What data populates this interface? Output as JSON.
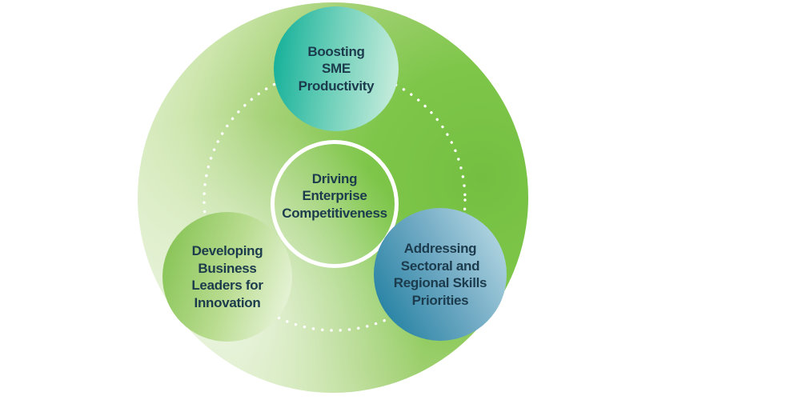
{
  "diagram": {
    "hub": {
      "id": "driving-enterprise-competitiveness",
      "label": "Driving\nEnterprise\nCompetitiveness"
    },
    "nodes": [
      {
        "id": "boosting-sme-productivity",
        "label": "Boosting\nSME\nProductivity"
      },
      {
        "id": "developing-business-leaders-for-innovation",
        "label": "Developing\nBusiness\nLeaders for\nInnovation"
      },
      {
        "id": "addressing-sectoral-and-regional-skills-priorities",
        "label": "Addressing\nSectoral and\nRegional Skills\nPriorities"
      }
    ]
  },
  "colors": {
    "background": "#ffffff",
    "text": "#1c3b4d",
    "outer_bright": "#74bf41",
    "outer_mid": "#cde6ad",
    "outer_light": "#ecf5e2",
    "teal_dark": "#0eae97",
    "teal_light": "#d0efe0",
    "leaf_dark": "#7fc04c",
    "leaf_light": "#f0f8e7",
    "blue_light": "#c2e0e9",
    "blue_dark": "#15799c",
    "ring_stroke": "#ffffff",
    "dot_color": "#ffffff"
  }
}
